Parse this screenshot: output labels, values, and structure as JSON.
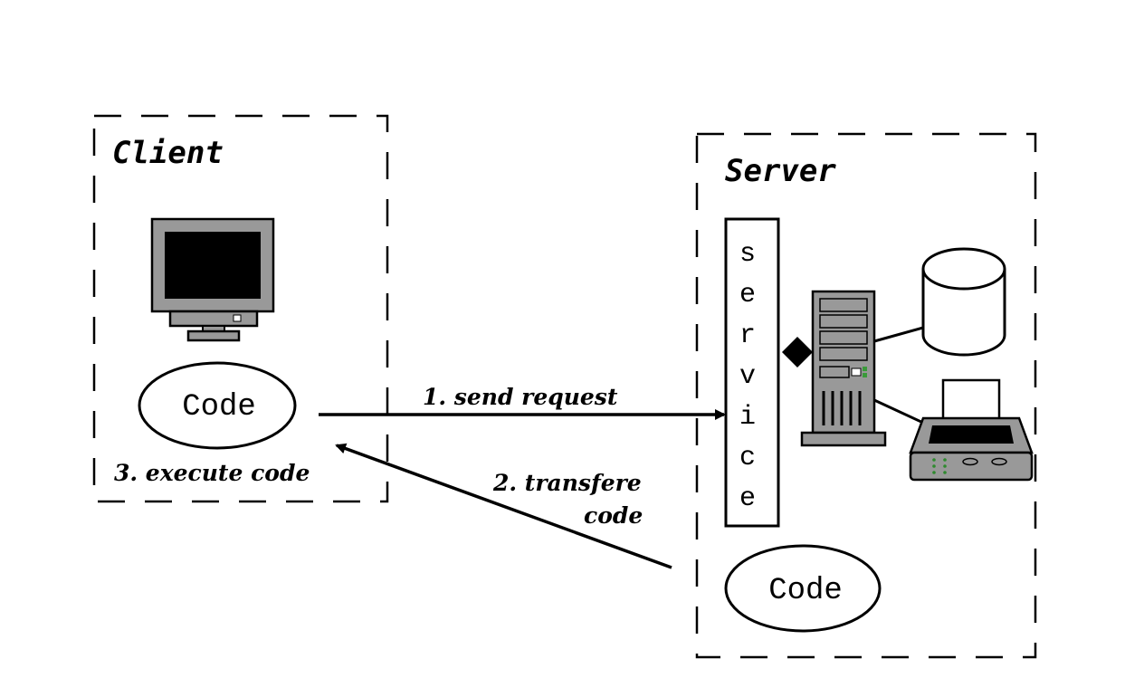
{
  "client": {
    "title": "Client",
    "code_label": "Code",
    "step_label": "3. execute code"
  },
  "server": {
    "title": "Server",
    "service_letters": [
      "s",
      "e",
      "r",
      "v",
      "i",
      "c",
      "e"
    ],
    "code_label": "Code"
  },
  "arrows": {
    "request_label": "1. send request",
    "transfer_label_line1": "2. transfere",
    "transfer_label_line2": "code"
  }
}
